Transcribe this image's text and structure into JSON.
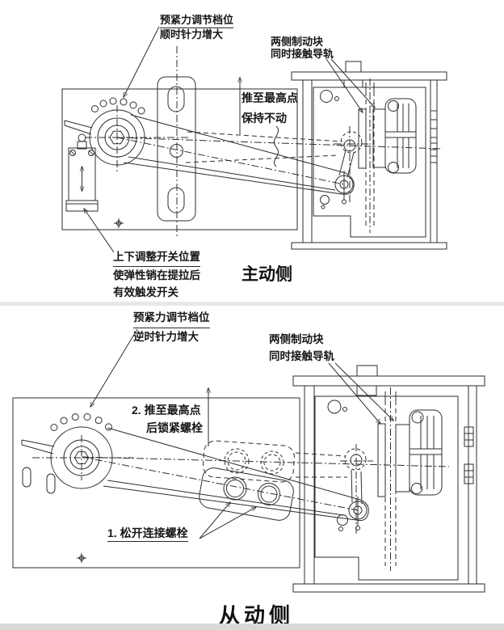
{
  "colors": {
    "line": "#2e2e2e",
    "text": "#161616",
    "background": "#ffffff"
  },
  "top_diagram": {
    "title": "主动侧",
    "labels": {
      "pretension": {
        "line1": "预紧力调节档位",
        "line2": "顺时针力增大"
      },
      "brake_blocks": {
        "line1": "两侧制动块",
        "line2": "同时接触导轨"
      },
      "push_hold": {
        "line1": "推至最高点",
        "line2": "保持不动"
      },
      "switch_adjust": {
        "line1": "上下调整开关位置",
        "line2": "使弹性销在提拉后",
        "line3": "有效触发开关"
      }
    }
  },
  "bottom_diagram": {
    "title": "从动侧",
    "labels": {
      "pretension": {
        "line1": "预紧力调节档位",
        "line2": "逆时针力增大"
      },
      "brake_blocks": {
        "line1": "两侧制动块",
        "line2": "同时接触导轨"
      },
      "push_lock": {
        "line1": "2. 推至最高点",
        "line2": "后锁紧螺栓"
      },
      "loosen": {
        "line1": "1. 松开连接螺栓"
      }
    }
  }
}
